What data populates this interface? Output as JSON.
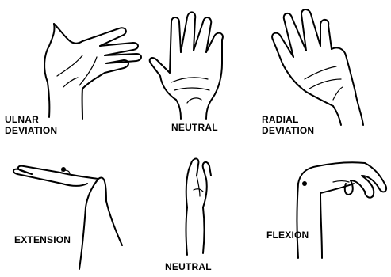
{
  "labels": {
    "ulnar_line1": "ULNAR",
    "ulnar_line2": "DEVIATION",
    "neutral_top": "NEUTRAL",
    "radial_line1": "RADIAL",
    "radial_line2": "DEVIATION",
    "extension": "EXTENSION",
    "neutral_bottom": "NEUTRAL",
    "flexion": "FLEXION"
  },
  "colors": {
    "ink": "#000000",
    "background": "#ffffff"
  }
}
